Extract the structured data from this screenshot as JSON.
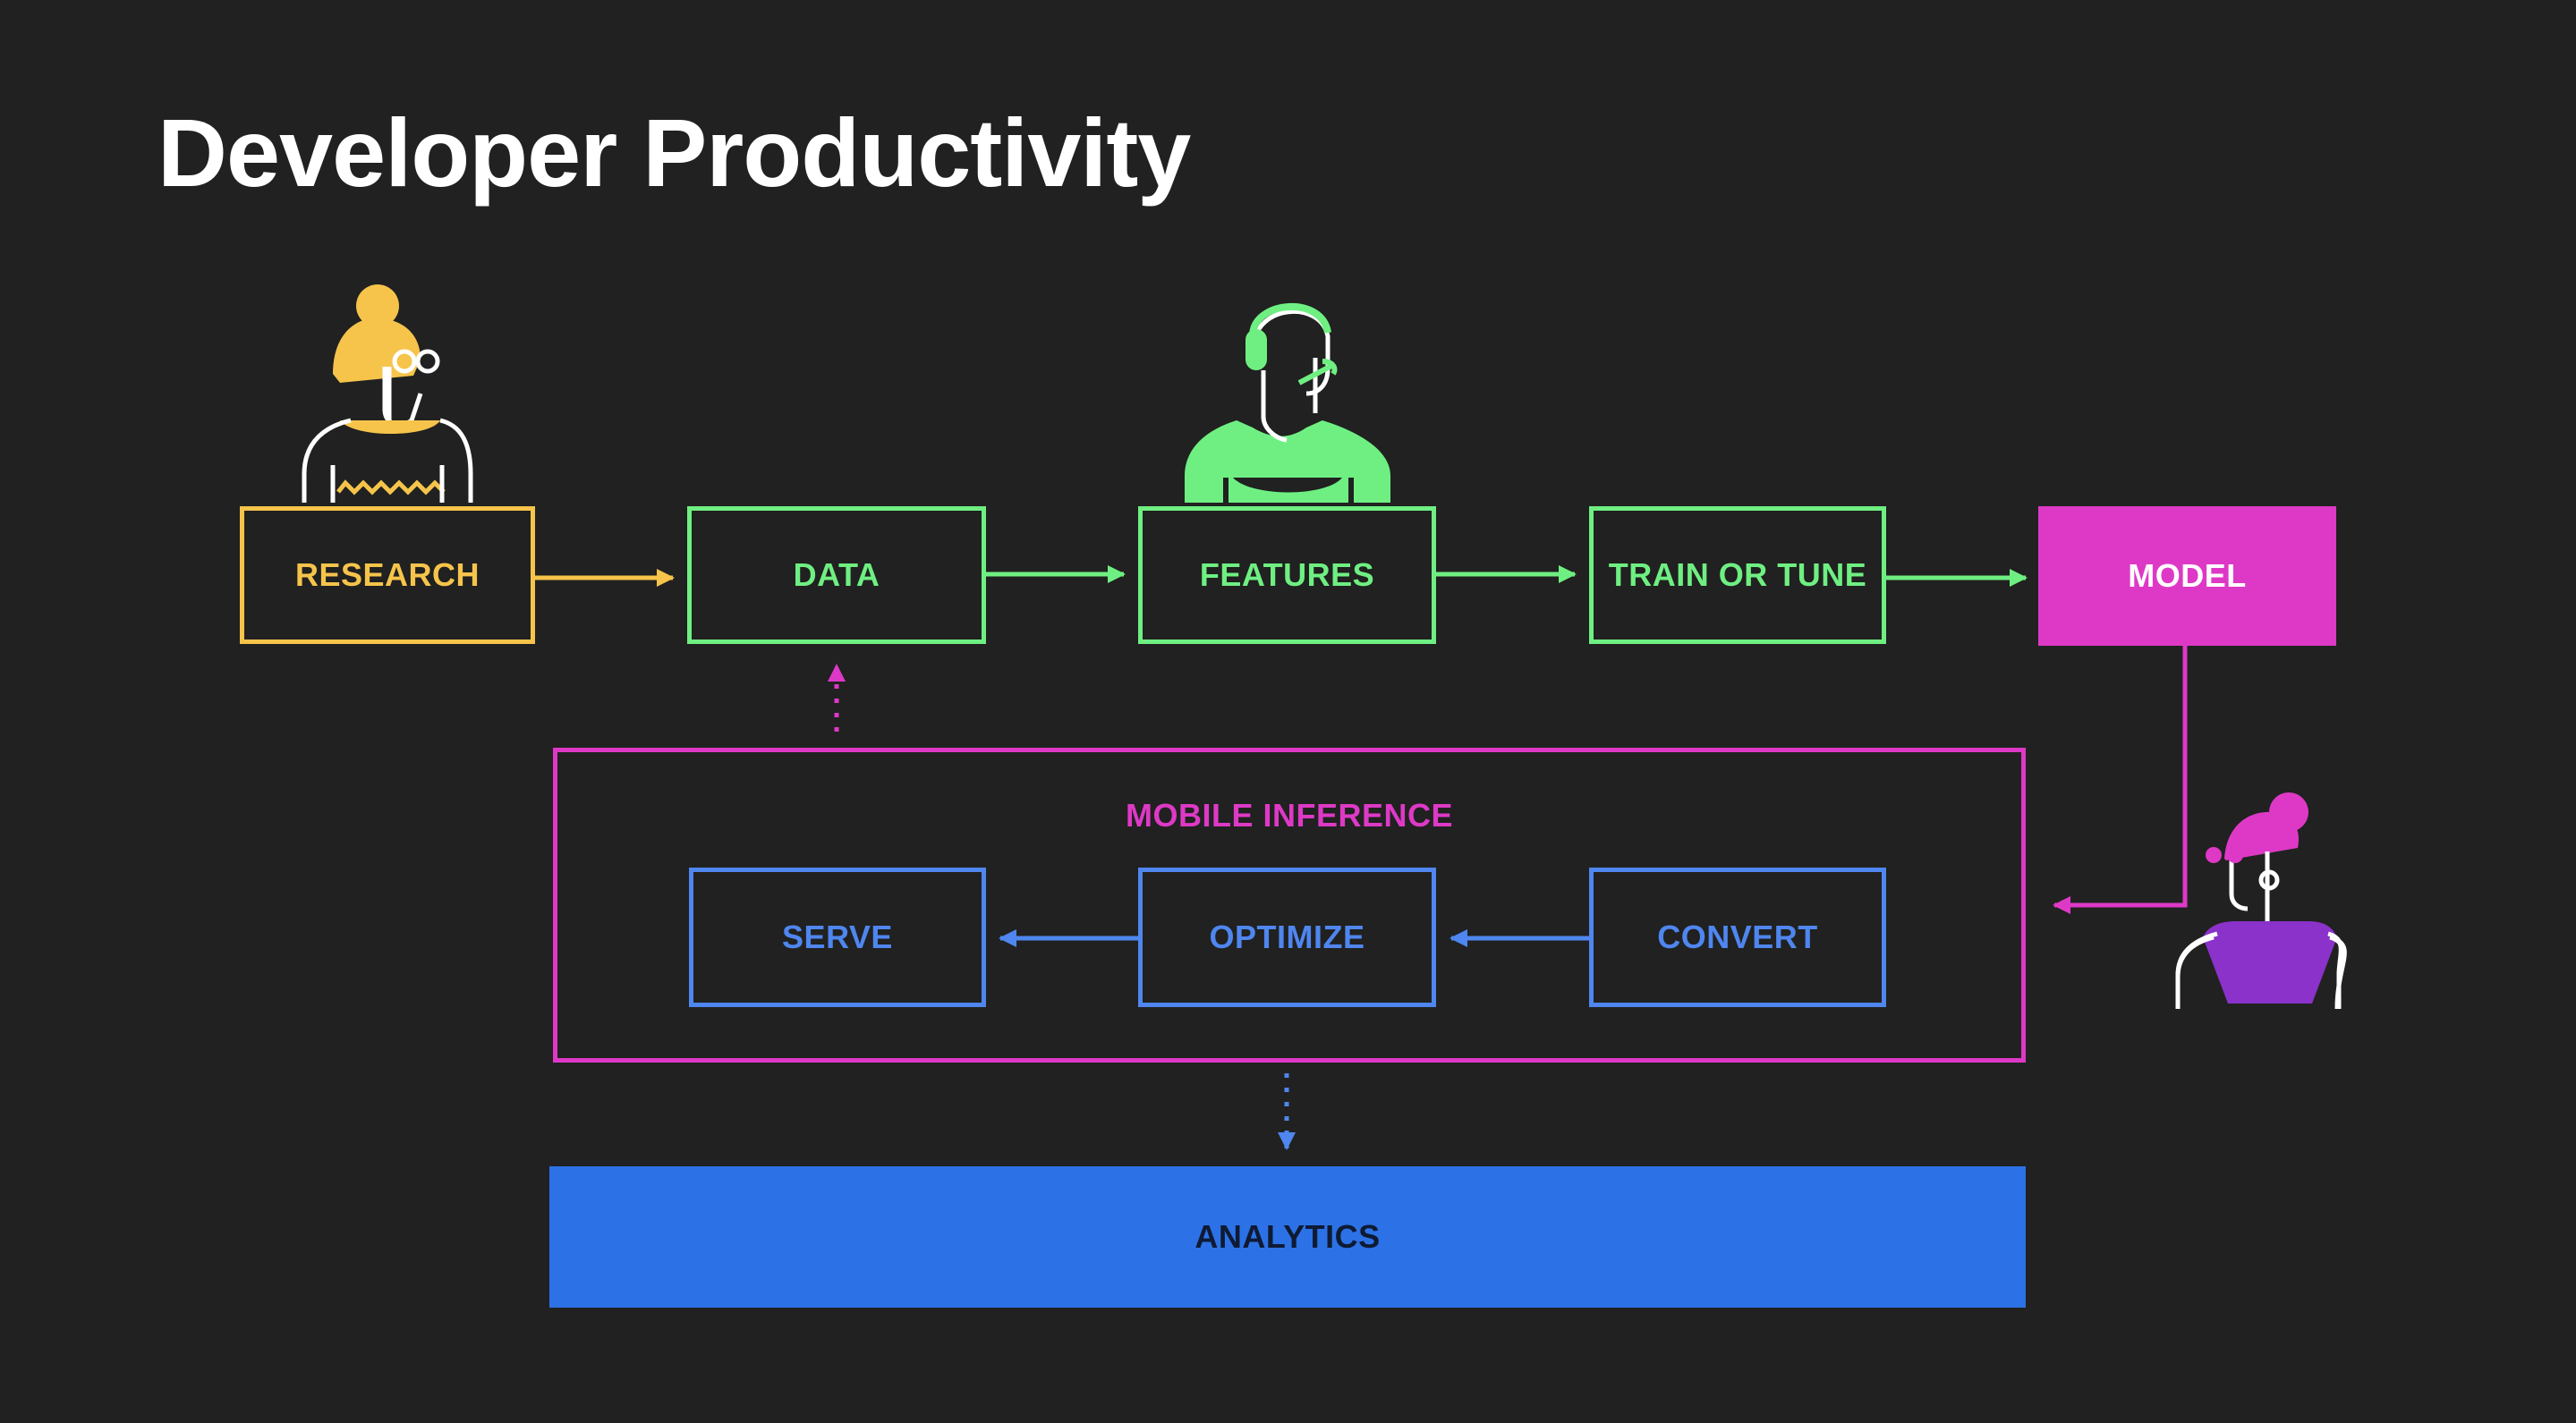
{
  "title": "Developer Productivity",
  "colors": {
    "background": "#202120",
    "research": "#f6c44b",
    "pipeline": "#6fef82",
    "model": "#de39c6",
    "inference": "#4f86ef",
    "analytics": "#2c72e6",
    "persona_purple": "#8a32c9"
  },
  "training_pipeline": {
    "research": "RESEARCH",
    "data": "DATA",
    "features": "FEATURES",
    "train": "TRAIN OR TUNE",
    "model": "MODEL"
  },
  "mobile_inference": {
    "label": "MOBILE INFERENCE",
    "serve": "SERVE",
    "optimize": "OPTIMIZE",
    "convert": "CONVERT"
  },
  "analytics": "ANALYTICS",
  "personas": [
    {
      "name": "researcher-icon",
      "color": "#f6c44b"
    },
    {
      "name": "engineer-headset-icon",
      "color": "#6fef82"
    },
    {
      "name": "mobile-developer-icon",
      "color": "#de39c6"
    }
  ]
}
